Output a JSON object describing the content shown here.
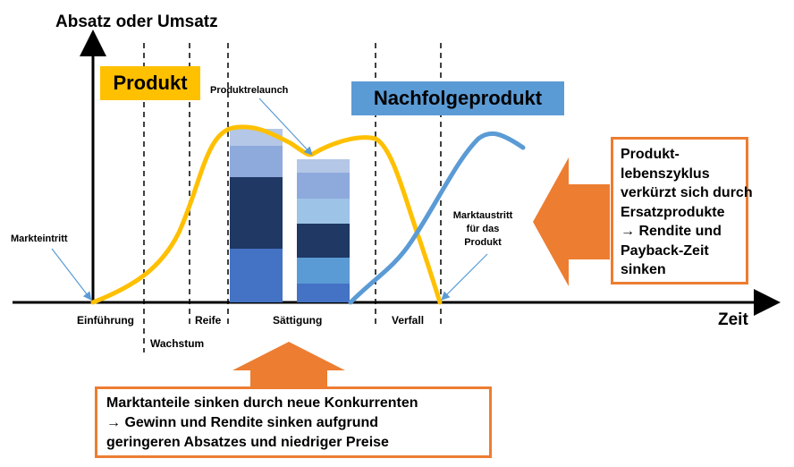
{
  "axis": {
    "y_label": "Absatz oder Umsatz",
    "x_label": "Zeit"
  },
  "labels": {
    "product": "Produkt",
    "successor": "Nachfolgeprodukt",
    "relaunch": "Produktrelaunch",
    "market_entry": "Markteintritt",
    "market_exit_1": "Marktaustritt",
    "market_exit_2": "für das",
    "market_exit_3": "Produkt"
  },
  "phases": [
    {
      "label": "Einführung"
    },
    {
      "label": "Wachstum"
    },
    {
      "label": "Reife"
    },
    {
      "label": "Sättigung"
    },
    {
      "label": "Verfall"
    }
  ],
  "right_note": {
    "lines": [
      "Produkt-",
      "lebenszyklus",
      "verkürzt sich durch",
      "Ersatzprodukte",
      "→ Rendite und",
      "Payback-Zeit",
      "sinken"
    ]
  },
  "bottom_note": {
    "lines": [
      "Marktanteile sinken durch neue Konkurrenten",
      "→ Gewinn und Rendite sinken aufgrund",
      "geringeren Absatzes und niedriger Preise"
    ]
  },
  "colors": {
    "product_curve": "#FFC000",
    "successor_curve": "#5B9BD5",
    "arrow_orange": "#ED7D31",
    "successor_box": "#5B9BD5",
    "product_box": "#FFC000",
    "stack_colors_1": [
      "#4472C4",
      "#1F3864",
      "#8EA9DB",
      "#B4C7E7"
    ],
    "stack_colors_2": [
      "#4472C4",
      "#5B9BD5",
      "#1F3864",
      "#9DC3E6",
      "#8EA9DB",
      "#B4C7E7"
    ]
  }
}
